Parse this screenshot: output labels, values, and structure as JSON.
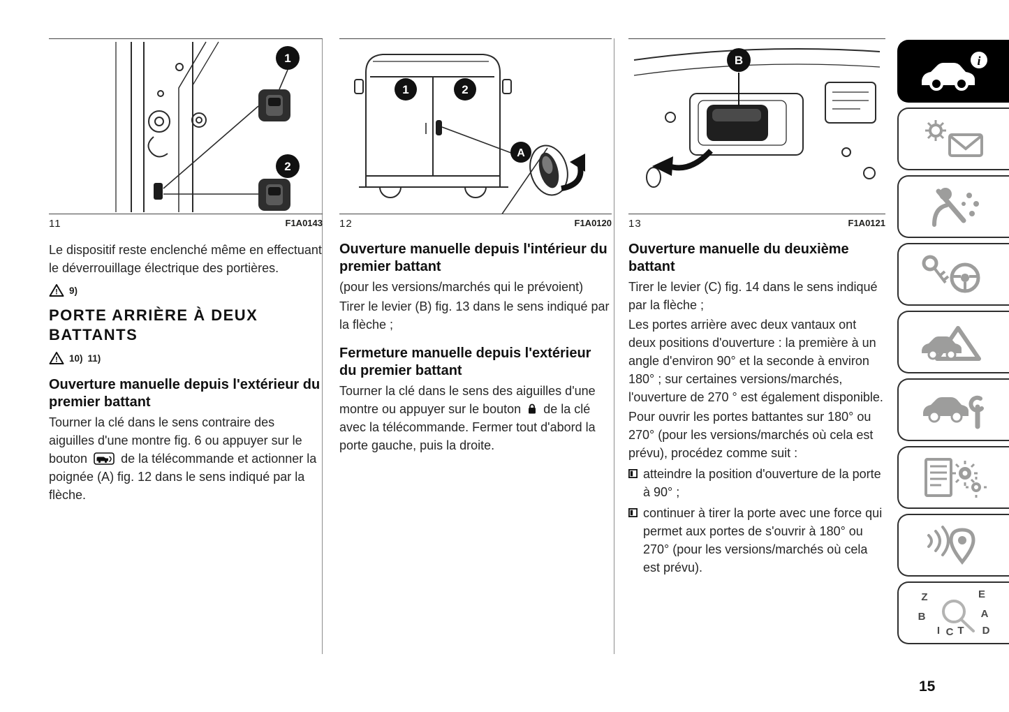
{
  "page": {
    "number": "15"
  },
  "glyphs": {
    "info": "i",
    "warning": "!"
  },
  "figures": {
    "fig11": {
      "num": "11",
      "code": "F1A0143",
      "callouts": [
        "1",
        "2"
      ]
    },
    "fig12": {
      "num": "12",
      "code": "F1A0120",
      "callouts": [
        "1",
        "2",
        "A"
      ]
    },
    "fig13": {
      "num": "13",
      "code": "F1A0121",
      "callouts": [
        "B"
      ]
    }
  },
  "col1": {
    "para_intro": "Le dispositif reste enclenché même en effectuant le déverrouillage électrique des portières.",
    "warning_ref_1": "9)",
    "section_heading": "PORTE ARRIÈRE À DEUX BATTANTS",
    "warning_ref_2": "10)",
    "warning_ref_3": "11)",
    "subheading_exterior": "Ouverture manuelle depuis l'extérieur du premier battant",
    "para_exterior_before_icon": "Tourner la clé dans le sens contraire des aiguilles d'une montre fig. 6 ou appuyer sur le bouton",
    "para_exterior_after_icon": "de la télécommande et actionner la poignée (A) fig. 12 dans le sens indiqué par la flèche."
  },
  "col2": {
    "heading_interior": "Ouverture manuelle depuis l'intérieur du premier battant",
    "para_versions": "(pour les versions/marchés qui le prévoient)",
    "para_lever_b": "Tirer le levier (B) fig. 13 dans le sens indiqué par la flèche ;",
    "heading_close": "Fermeture manuelle depuis l'extérieur du premier battant",
    "para_close_before_icon": "Tourner la clé dans le sens des aiguilles d'une montre ou appuyer sur le bouton",
    "para_close_after_icon": "de la clé avec la télécommande. Fermer tout d'abord la porte gauche, puis la droite."
  },
  "col3": {
    "heading_second": "Ouverture manuelle du deuxième battant",
    "para_lever_c": "Tirer le levier (C) fig. 14 dans le sens indiqué par la flèche ;",
    "para_positions": "Les portes arrière avec deux vantaux ont deux positions d'ouverture : la première à un angle d'environ 90° et la seconde à environ 180° ; sur certaines versions/marchés, l'ouverture de 270 ° est également disponible.",
    "para_howto": "Pour ouvrir les portes battantes sur 180° ou 270° (pour les versions/marchés où cela est prévu), procédez comme suit :",
    "bullets": [
      "atteindre la position d'ouverture de la porte à 90° ;",
      "continuer à tirer la porte avec une force qui permet aux portes de s'ouvrir à 180° ou 270° (pour les versions/marchés où cela est prévu)."
    ]
  },
  "sidebar": {
    "index_letters": [
      "Z",
      "E",
      "B",
      "A",
      "I",
      "C",
      "T",
      "D"
    ]
  }
}
